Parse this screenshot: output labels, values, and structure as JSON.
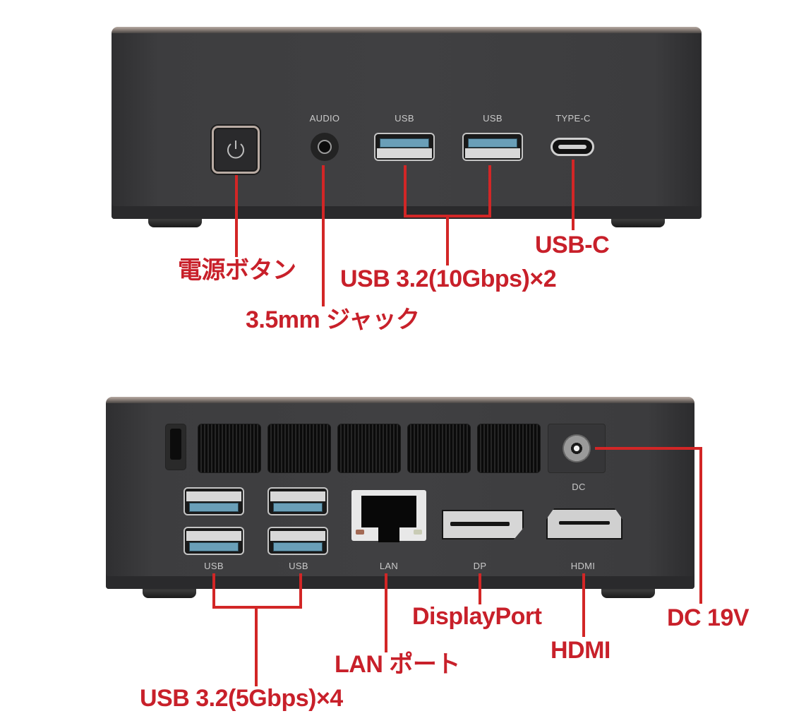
{
  "colors": {
    "annotation_red": "#c8202a",
    "line_red": "#d22626",
    "case_body": "#3e3e40",
    "case_top_edge": "#b8aca4",
    "port_label": "#c9c9c9",
    "usb_tongue_blue": "#6a9fb8"
  },
  "front_panel": {
    "port_labels": {
      "audio": "AUDIO",
      "usb_1": "USB",
      "usb_2": "USB",
      "type_c": "TYPE-C"
    },
    "icons": {
      "power": "power-icon"
    },
    "annotations": {
      "power_button": "電源ボタン",
      "audio_jack": "3.5mm ジャック",
      "usb_front": "USB 3.2(10Gbps)×2",
      "usb_c": "USB-C"
    }
  },
  "rear_panel": {
    "port_labels": {
      "usb_left": "USB",
      "usb_right": "USB",
      "lan": "LAN",
      "dp": "DP",
      "hdmi": "HDMI",
      "dc": "DC"
    },
    "vent_count": 5,
    "annotations": {
      "usb_rear": "USB 3.2(5Gbps)×4",
      "lan_port": "LAN ポート",
      "displayport": "DisplayPort",
      "hdmi": "HDMI",
      "dc_in": "DC 19V"
    }
  }
}
